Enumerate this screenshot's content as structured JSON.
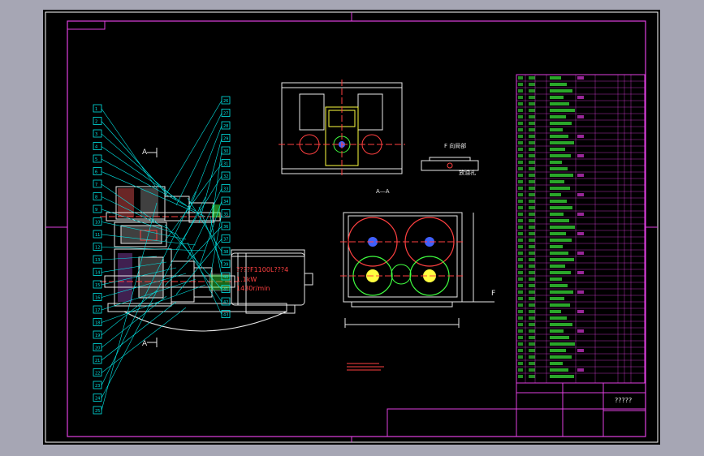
{
  "drawing": {
    "background": "#000000",
    "colors": {
      "frame": "#e040e0",
      "leader": "#00e5e5",
      "part": "#e8e8e8",
      "gear": "#ff4040",
      "green": "#40ff40",
      "yellow": "#ffff40",
      "blue": "#4060ff",
      "white": "#ffffff"
    },
    "motor_note": {
      "model": "????F1100L???4",
      "power": "1.1kW",
      "speed": "1430r/min"
    },
    "view_labels": {
      "section_a_top": "A",
      "section_a_bottom": "A",
      "section_title": "A—A",
      "view_f": "F",
      "view_f_title": "F 向局部",
      "oil_plug": "放油孔",
      "title_block_name": "?????"
    },
    "left_balloons": [
      "1",
      "2",
      "3",
      "4",
      "5",
      "6",
      "7",
      "8",
      "9",
      "10",
      "11",
      "12",
      "13",
      "14",
      "15",
      "16",
      "17",
      "18",
      "19",
      "20",
      "21",
      "22",
      "23",
      "24",
      "25"
    ],
    "right_balloons": [
      "26",
      "27",
      "28",
      "29",
      "30",
      "31",
      "32",
      "33",
      "34",
      "35",
      "36",
      "37",
      "38",
      "39",
      "40",
      "41",
      "42",
      "43"
    ]
  }
}
